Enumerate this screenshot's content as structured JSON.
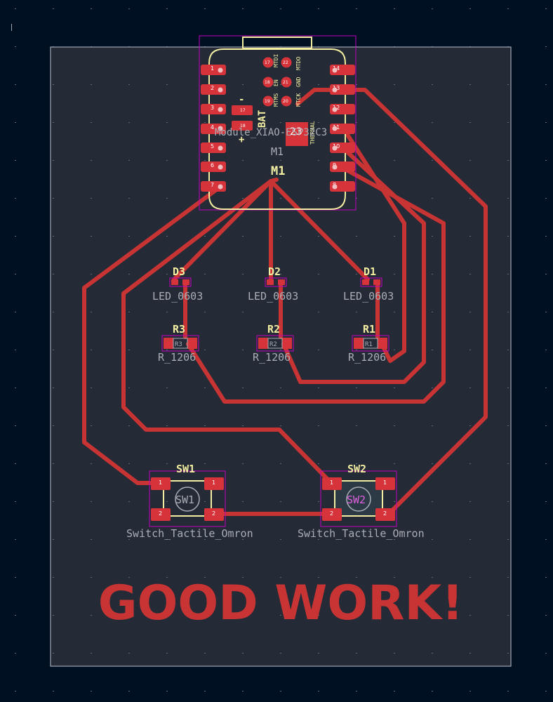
{
  "colors": {
    "background": "#001023",
    "board": "#242b36",
    "edge": "#9fa6b0",
    "copper": "#c83434",
    "pad": "#d6333a",
    "silkscreen": "#f2eda1",
    "courtyard": "#c000c0",
    "fab_text": "#a9aeb5"
  },
  "module": {
    "reference": "M1",
    "value": "Module_XIAO-ESP32C3",
    "battery_label": "BAT",
    "battery_minus": "-",
    "battery_plus": "+",
    "thermal_label": "THERMAL",
    "thermal_pad": "23",
    "left_pads": [
      "1",
      "2",
      "3",
      "4",
      "5",
      "6",
      "7"
    ],
    "right_pads": [
      "14",
      "13",
      "12",
      "11",
      "10",
      "9",
      "8"
    ],
    "battery_pads": [
      "17",
      "18"
    ],
    "jtag_pads": [
      "17",
      "22",
      "18",
      "21",
      "19",
      "20"
    ],
    "jtag_labels": [
      "MTDI",
      "MTDO",
      "EN",
      "GND",
      "MTMS",
      "MTCK"
    ]
  },
  "leds": [
    {
      "reference": "D3",
      "value": "LED_0603"
    },
    {
      "reference": "D2",
      "value": "LED_0603"
    },
    {
      "reference": "D1",
      "value": "LED_0603"
    }
  ],
  "resistors": [
    {
      "reference": "R3",
      "value": "R_1206"
    },
    {
      "reference": "R2",
      "value": "R_1206"
    },
    {
      "reference": "R1",
      "value": "R_1206"
    }
  ],
  "switches": [
    {
      "reference": "SW1",
      "value": "Switch_Tactile_Omron",
      "pads": [
        "1",
        "1",
        "2",
        "2"
      ]
    },
    {
      "reference": "SW2",
      "value": "Switch_Tactile_Omron",
      "pads": [
        "1",
        "1",
        "2",
        "2"
      ]
    }
  ],
  "board_text": "GOOD WORK!"
}
